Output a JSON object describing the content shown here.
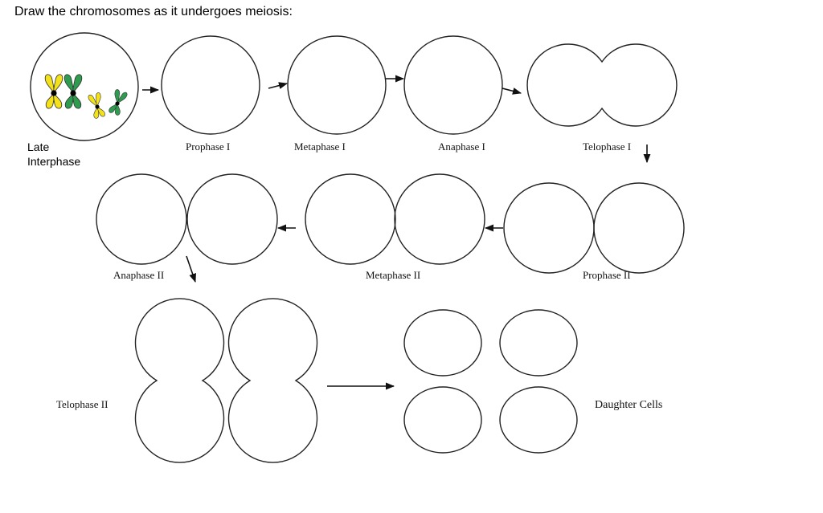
{
  "instruction": "Draw the chromosomes as it undergoes meiosis:",
  "stages": {
    "late_interphase_line1": "Late",
    "late_interphase_line2": "Interphase",
    "prophase_1": "Prophase I",
    "metaphase_1": "Metaphase I",
    "anaphase_1": "Anaphase I",
    "telophase_1": "Telophase I",
    "prophase_2": "Prophase II",
    "metaphase_2": "Metaphase II",
    "anaphase_2": "Anaphase II",
    "telophase_2": "Telophase II",
    "daughter_cells": "Daughter Cells"
  },
  "colors": {
    "chromosome_yellow": "#f3e21a",
    "chromosome_green": "#2e9b4e",
    "centromere": "#000000",
    "outline": "#222222"
  }
}
